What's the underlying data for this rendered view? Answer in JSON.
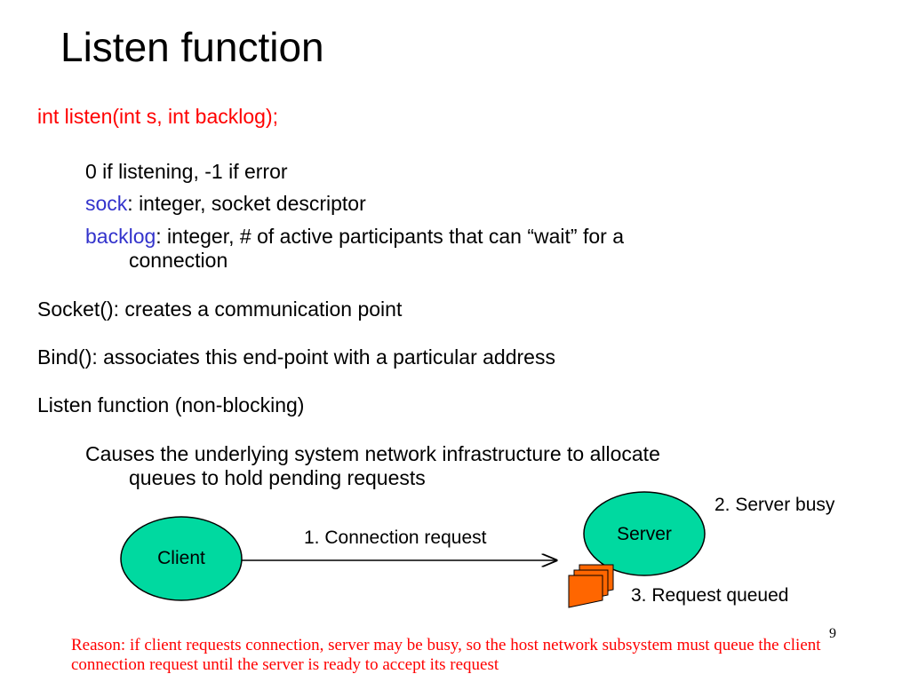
{
  "title": "Listen function",
  "signature": "int listen(int s, int backlog);",
  "details": {
    "return": "0 if listening, -1 if error",
    "sock_term": "sock",
    "sock_desc": ": integer, socket descriptor",
    "backlog_term": "backlog",
    "backlog_desc": ": integer, # of active participants that can “wait” for a",
    "backlog_desc_cont": "connection"
  },
  "socket_line": "Socket():  creates a communication point",
  "bind_line": "Bind(): associates this end-point with a particular address",
  "listen_line": "Listen function (non-blocking)",
  "causes_line1": "Causes the underlying system network infrastructure to allocate",
  "causes_line2": "queues to hold pending requests",
  "diagram": {
    "client_label": "Client",
    "server_label": "Server",
    "step1": "1. Connection request",
    "step2": "2. Server busy",
    "step3": "3. Request queued",
    "ellipse_fill": "#00d9a0",
    "queue_fill": "#ff6600"
  },
  "reason": "Reason: if client requests connection, server may be busy, so the host network subsystem must queue the client connection request until the server is ready to accept its request",
  "page_number": "9"
}
